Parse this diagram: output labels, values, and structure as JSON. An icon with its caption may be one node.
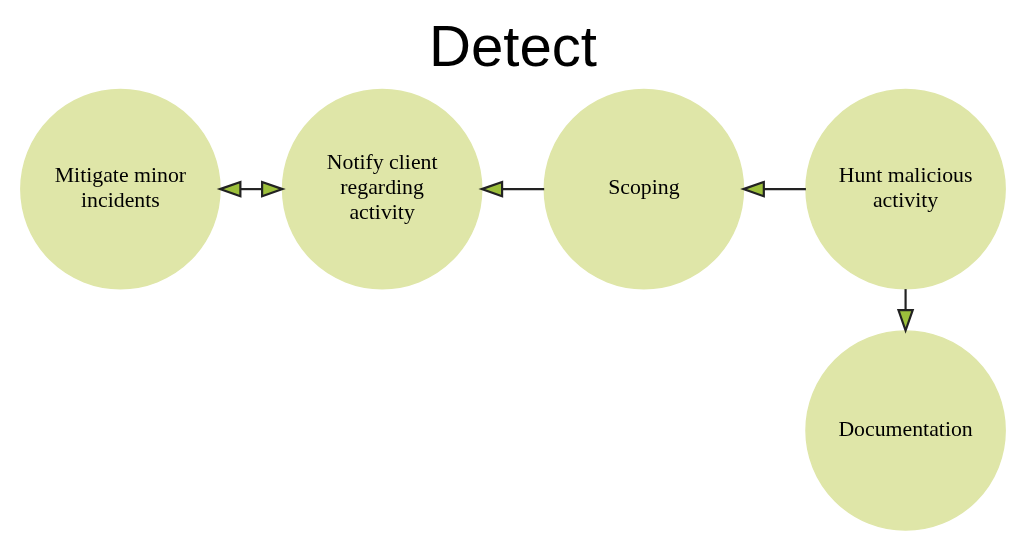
{
  "diagram": {
    "title": "Detect",
    "nodes": [
      {
        "text": [
          "Mitigate minor incidents"
        ]
      },
      {
        "text": [
          "Notify client regarding activity"
        ]
      },
      {
        "text": [
          "Scoping"
        ]
      },
      {
        "text": [
          "Hunt malicious activity"
        ]
      },
      {
        "text": [
          "Documentation"
        ]
      }
    ],
    "edges": [
      {
        "from": 3,
        "to": 2,
        "arrow": "to"
      },
      {
        "from": 3,
        "to": 4,
        "arrow": "to"
      },
      {
        "from": 2,
        "to": 1,
        "arrow": "to"
      },
      {
        "from": 1,
        "to": 0,
        "arrow": "both"
      }
    ]
  }
}
